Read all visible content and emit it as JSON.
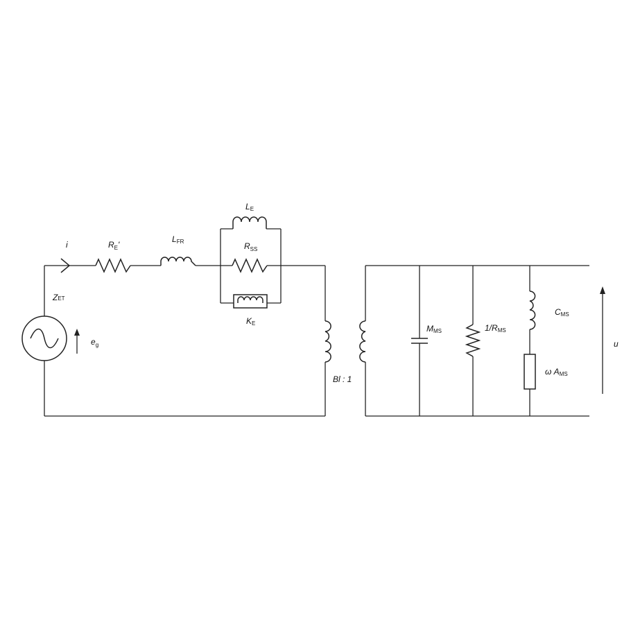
{
  "diagram": {
    "current": "i",
    "source_impedance": {
      "main": "Z",
      "sub": "ET"
    },
    "source_voltage": {
      "main": "e",
      "sub": "g"
    },
    "r_e": {
      "main": "R",
      "sub": "E",
      "suffix": "'"
    },
    "l_fr": {
      "main": "L",
      "sub": "FR"
    },
    "l_e": {
      "main": "L",
      "sub": "E"
    },
    "r_ss": {
      "main": "R",
      "sub": "SS"
    },
    "k_e": {
      "main": "K",
      "sub": "E"
    },
    "transformer": "Bl : 1",
    "m_ms": {
      "main": "M",
      "sub": "MS"
    },
    "inv_r_ms": {
      "main": "1/R",
      "sub": "MS"
    },
    "c_ms": {
      "main": "C",
      "sub": "MS"
    },
    "omega_a_ms": {
      "main": "ω A",
      "sub": "MS"
    },
    "output_voltage": "u"
  }
}
